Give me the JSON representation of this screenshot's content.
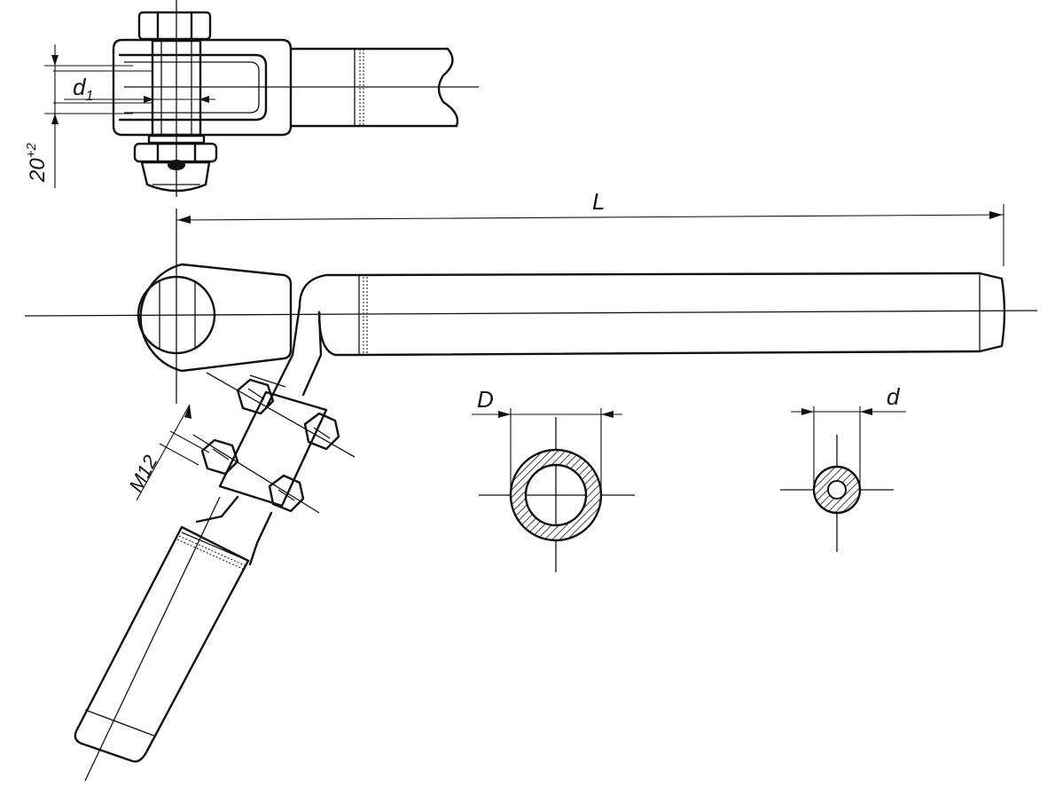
{
  "drawing": {
    "labels": {
      "d1": "d",
      "d1_sub": "1",
      "tolerance_base": "20",
      "tolerance_sup": "+2",
      "L": "L",
      "M12": "M12",
      "D": "D",
      "d": "d"
    },
    "colors": {
      "ink": "#111111",
      "paper": "#ffffff",
      "hatch": "#111111"
    }
  }
}
